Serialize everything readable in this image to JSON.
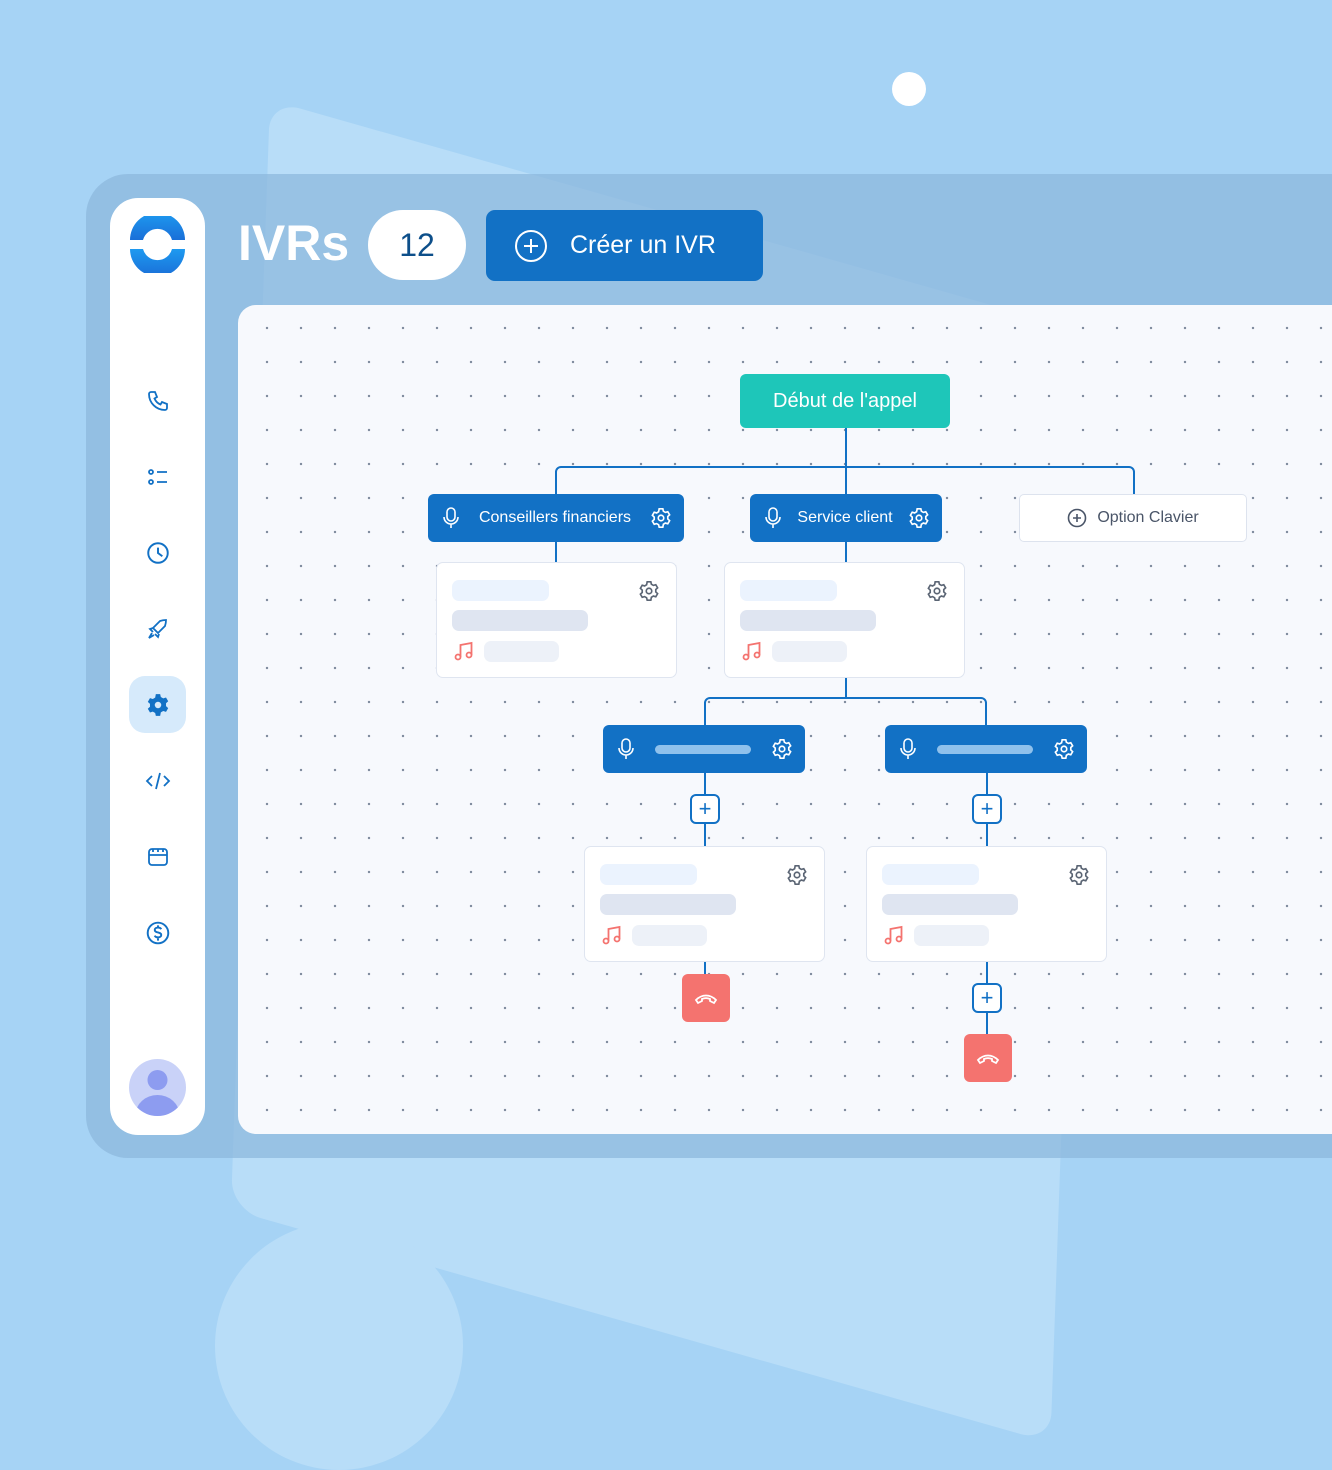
{
  "header": {
    "title": "IVRs",
    "count": "12",
    "create_label": "Créer un IVR"
  },
  "sidebar": {
    "items": [
      {
        "icon": "phone-icon"
      },
      {
        "icon": "list-icon"
      },
      {
        "icon": "clock-icon"
      },
      {
        "icon": "rocket-icon"
      },
      {
        "icon": "gear-icon",
        "active": true
      },
      {
        "icon": "code-icon"
      },
      {
        "icon": "store-icon"
      },
      {
        "icon": "dollar-icon"
      }
    ]
  },
  "flow": {
    "start_label": "Début de l'appel",
    "branches": [
      {
        "label": "Conseillers financiers"
      },
      {
        "label": "Service client"
      }
    ],
    "add_option_label": "Option Clavier"
  },
  "colors": {
    "primary": "#1271c5",
    "start": "#1ec6b9",
    "hangup": "#f4736f",
    "background": "#a6d3f5"
  }
}
